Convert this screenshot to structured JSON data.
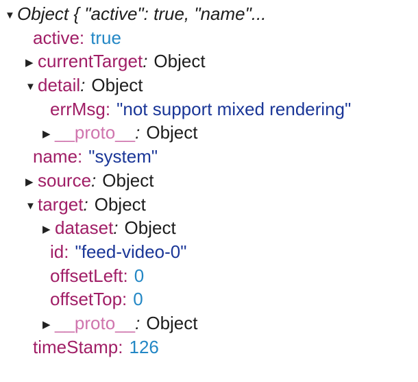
{
  "colors": {
    "background": "#ffffff",
    "property_name": "#a01e66",
    "proto_name": "#cf74ad",
    "string_value": "#1a3697",
    "number_value": "#2387c5",
    "object_value": "#1c1c1c",
    "preview_text": "#1c1c1c",
    "triangle": "#222222"
  },
  "glyphs": {
    "triangle_down": "▼",
    "triangle_right": "▶",
    "colon": ":"
  },
  "rows": [
    {
      "level": 0,
      "expanded": "down",
      "preview": "Object { \"active\": true, \"name\"..."
    },
    {
      "level": 1,
      "expanded": "none",
      "name": "active",
      "value": "true",
      "value_type": "boolean"
    },
    {
      "level": 1,
      "expanded": "right",
      "name": "currentTarget",
      "value": "Object",
      "value_type": "object"
    },
    {
      "level": 1,
      "expanded": "down",
      "name": "detail",
      "value": "Object",
      "value_type": "object"
    },
    {
      "level": 2,
      "expanded": "none",
      "name": "errMsg",
      "value": "\"not support mixed rendering\"",
      "value_type": "string"
    },
    {
      "level": 2,
      "expanded": "right",
      "name": "__proto__",
      "value": "Object",
      "value_type": "object"
    },
    {
      "level": 1,
      "expanded": "none",
      "name": "name",
      "value": "\"system\"",
      "value_type": "string"
    },
    {
      "level": 1,
      "expanded": "right",
      "name": "source",
      "value": "Object",
      "value_type": "object"
    },
    {
      "level": 1,
      "expanded": "down",
      "name": "target",
      "value": "Object",
      "value_type": "object"
    },
    {
      "level": 2,
      "expanded": "right",
      "name": "dataset",
      "value": "Object",
      "value_type": "object"
    },
    {
      "level": 2,
      "expanded": "none",
      "name": "id",
      "value": "\"feed-video-0\"",
      "value_type": "string"
    },
    {
      "level": 2,
      "expanded": "none",
      "name": "offsetLeft",
      "value": "0",
      "value_type": "number"
    },
    {
      "level": 2,
      "expanded": "none",
      "name": "offsetTop",
      "value": "0",
      "value_type": "number"
    },
    {
      "level": 2,
      "expanded": "right",
      "name": "__proto__",
      "value": "Object",
      "value_type": "object"
    },
    {
      "level": 1,
      "expanded": "none",
      "name": "timeStamp",
      "value": "126",
      "value_type": "number"
    }
  ]
}
